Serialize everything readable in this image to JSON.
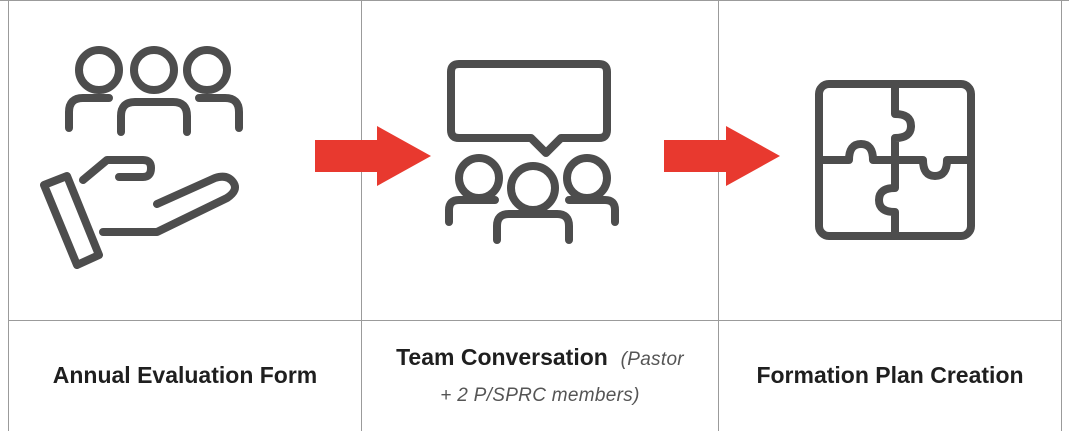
{
  "steps": [
    {
      "icon": "hand-holding-people-icon",
      "title": "Annual Evaluation Form",
      "note": ""
    },
    {
      "icon": "team-conversation-icon",
      "title": "Team Conversation",
      "note_part1": "(Pastor",
      "note_part2": "+ 2 P/SPRC members)"
    },
    {
      "icon": "puzzle-pieces-icon",
      "title": "Formation Plan Creation",
      "note": ""
    }
  ],
  "colors": {
    "arrow": "#e8392f",
    "icon": "#4d4d4d",
    "grid": "#9b9b9b"
  }
}
